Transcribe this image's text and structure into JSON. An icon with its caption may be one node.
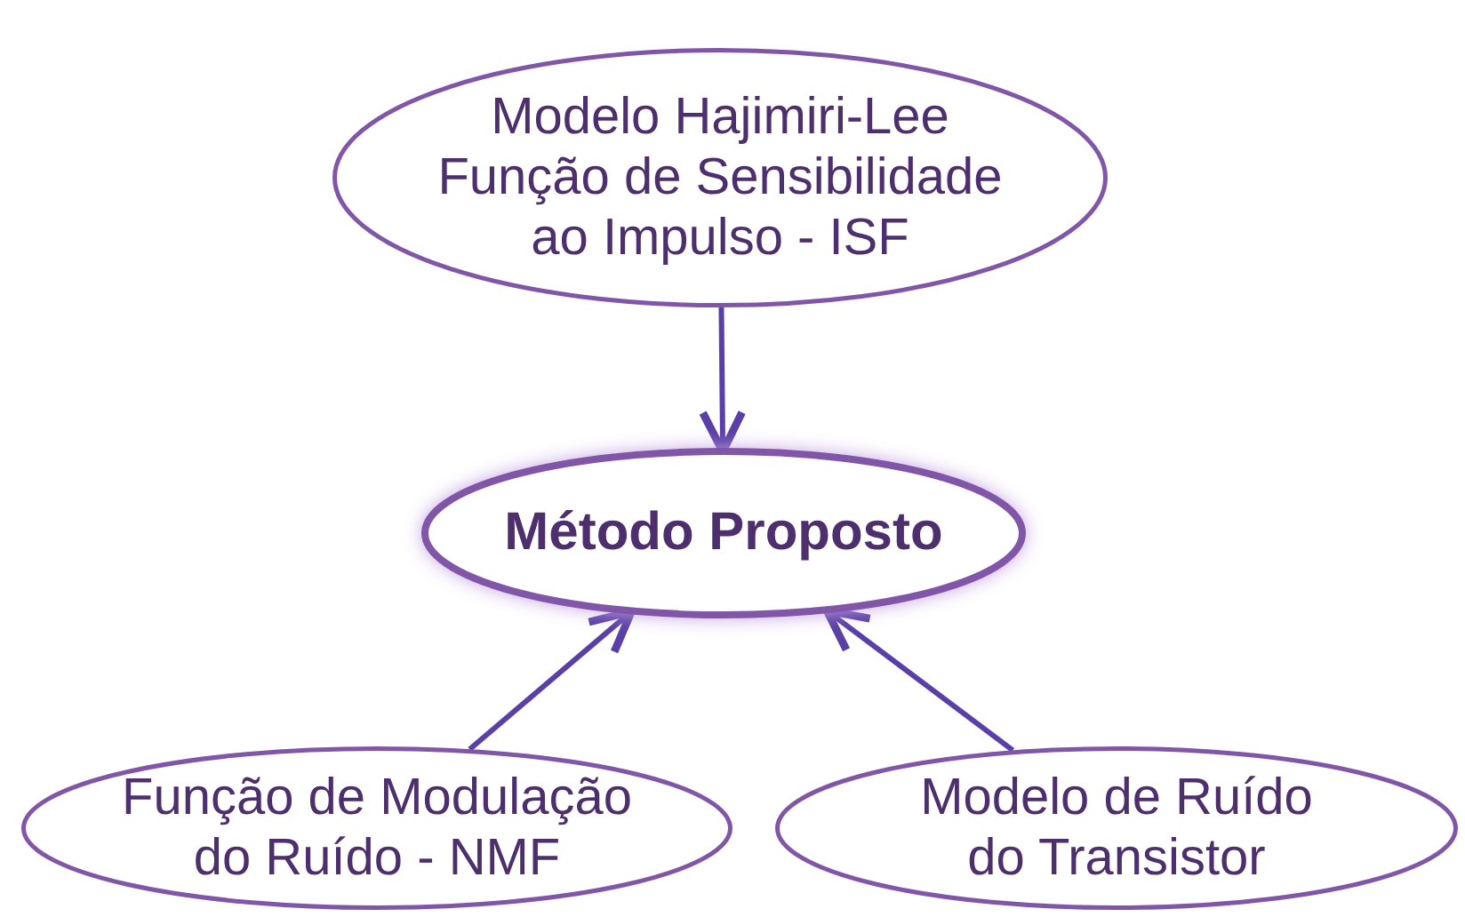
{
  "diagram": {
    "nodes": [
      {
        "text": [
          "Modelo Hajimiri-Lee Função de Sensibilidade ao Impulso - ISF"
        ]
      },
      {
        "text": [
          "Método Proposto"
        ]
      },
      {
        "text": [
          "Função de Modulação do Ruído - NMF"
        ]
      },
      {
        "text": [
          "Modelo de Ruído do Transistor"
        ]
      }
    ],
    "edges": [
      {
        "from": 0,
        "to": 1,
        "arrow": "to"
      },
      {
        "from": 2,
        "to": 1,
        "arrow": "to"
      },
      {
        "from": 3,
        "to": 1,
        "arrow": "to"
      }
    ]
  }
}
